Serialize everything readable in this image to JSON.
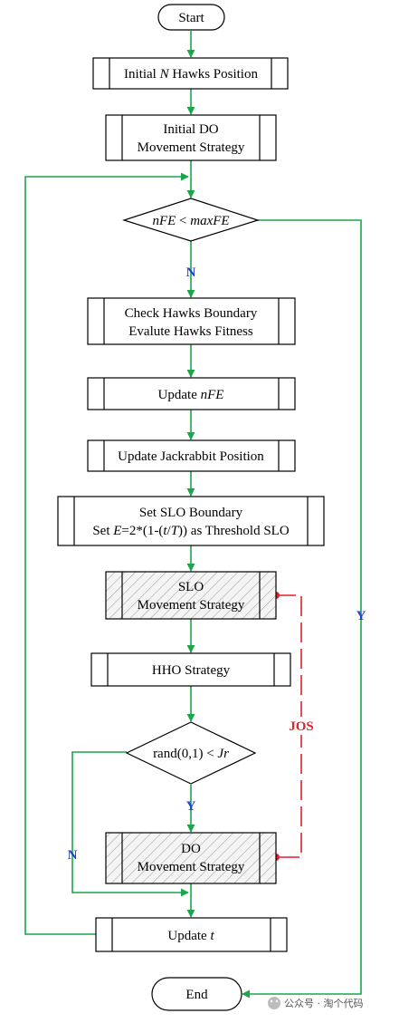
{
  "nodes": {
    "start": "Start",
    "init_hawks": {
      "pre": "Initial ",
      "italic": "N",
      "post": " Hawks Position"
    },
    "init_do": [
      "Initial DO",
      "Movement Strategy"
    ],
    "decision_nfe": {
      "a": "nFE",
      "op": " < ",
      "b": "maxFE"
    },
    "check": [
      "Check Hawks Boundary",
      "Evalute Hawks Fitness"
    ],
    "update_nfe": {
      "pre": "Update ",
      "italic": "nFE"
    },
    "update_jackrabbit": "Update Jackrabbit Position",
    "slo_boundary": {
      "line1": "Set SLO Boundary",
      "line2_pre": "Set ",
      "line2_E": "E",
      "line2_mid": "=2*(1-(",
      "line2_t": "t",
      "line2_slash": "/",
      "line2_T": "T",
      "line2_post": ")) as Threshold SLO"
    },
    "slo_strategy": [
      "SLO",
      "Movement Strategy"
    ],
    "hho": "HHO Strategy",
    "decision_rand": {
      "pre": "rand(0,1) < ",
      "italic": "Jr"
    },
    "do_strategy": [
      "DO",
      "Movement Strategy"
    ],
    "update_t": {
      "pre": "Update ",
      "italic": "t"
    },
    "end": "End"
  },
  "branch_labels": {
    "n1": "N",
    "y1": "Y",
    "y2": "Y",
    "n2": "N",
    "jos": "JOS"
  },
  "watermark": "公众号 · 淘个代码",
  "colors": {
    "flow": "#1aa64a",
    "jos": "#e0202a",
    "branch": "#1f3fd6",
    "hatch": "#9a9a9a"
  }
}
